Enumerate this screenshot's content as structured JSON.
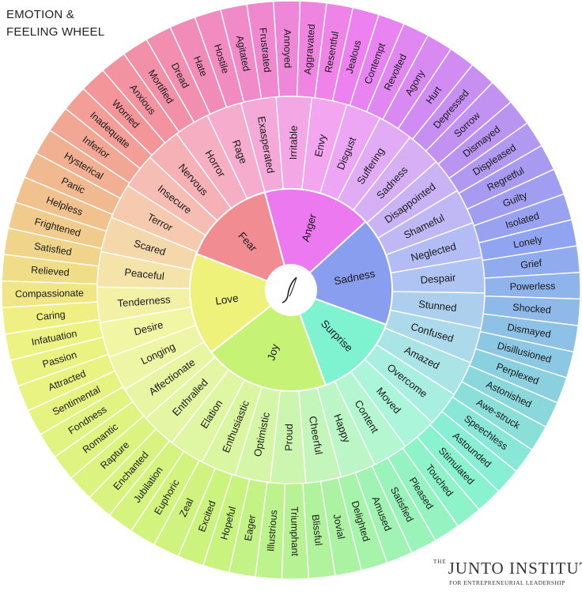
{
  "title": {
    "line1": "EMOTION &",
    "line2": "FEELING WHEEL"
  },
  "logo": {
    "the": "THE",
    "brand": "JUNTO INSTITUTE",
    "tagline": "FOR ENTREPRENEURIAL LEADERSHIP"
  },
  "center_icon": "feather-quill-icon",
  "wheel": {
    "core": [
      {
        "label": "Anger",
        "color": "#ed79f1",
        "start": -15,
        "end": 47.5
      },
      {
        "label": "Sadness",
        "color": "#8a9ef0",
        "start": 47.5,
        "end": 110
      },
      {
        "label": "Surprise",
        "color": "#7ff2cf",
        "start": 110,
        "end": 160
      },
      {
        "label": "Joy",
        "color": "#c6f275",
        "start": 160,
        "end": 232
      },
      {
        "label": "Love",
        "color": "#eef27a",
        "start": 232,
        "end": 291
      },
      {
        "label": "Fear",
        "color": "#f28c93",
        "start": 291,
        "end": 345
      }
    ],
    "middle": [
      "Exasperated",
      "Irritable",
      "Envy",
      "Disgust",
      "Suffering",
      "Sadness",
      "Disappointed",
      "Shameful",
      "Neglected",
      "Despair",
      "Stunned",
      "Confused",
      "Amazed",
      "Overcome",
      "Moved",
      "Content",
      "Happy",
      "Cheerful",
      "Proud",
      "Optimistic",
      "Enthusiastic",
      "Elation",
      "Enthralled",
      "Affectionate",
      "Longing",
      "Desire",
      "Tenderness",
      "Peaceful",
      "Scared",
      "Terror",
      "Insecure",
      "Nervous",
      "Horror",
      "Rage"
    ],
    "outer": [
      "Annoyed",
      "Aggravated",
      "Resentful",
      "Jealous",
      "Contempt",
      "Revolted",
      "Agony",
      "Hurt",
      "Depressed",
      "Sorrow",
      "Dismayed",
      "Displeased",
      "Regretful",
      "Guilty",
      "Isolated",
      "Lonely",
      "Grief",
      "Powerless",
      "Shocked",
      "Dismayed",
      "Disillusioned",
      "Perplexed",
      "Astonished",
      "Awe-struck",
      "Speechless",
      "Astounded",
      "Stimulated",
      "Touched",
      "Pleased",
      "Satisfied",
      "Amused",
      "Delighted",
      "Jovial",
      "Blissful",
      "Triumphant",
      "Illustrious",
      "Eager",
      "Hopeful",
      "Excited",
      "Zeal",
      "Euphoric",
      "Jubilation",
      "Enchanted",
      "Rapture",
      "Romantic",
      "Fondness",
      "Sentimental",
      "Attracted",
      "Passion",
      "Infatuation",
      "Caring",
      "Compassionate",
      "Relieved",
      "Satisfied",
      "Frightened",
      "Helpless",
      "Panic",
      "Hysterical",
      "Inferior",
      "Inadequate",
      "Worried",
      "Anxious",
      "Mortified",
      "Dread",
      "Hate",
      "Hostile",
      "Agitated",
      "Frustrated"
    ]
  }
}
